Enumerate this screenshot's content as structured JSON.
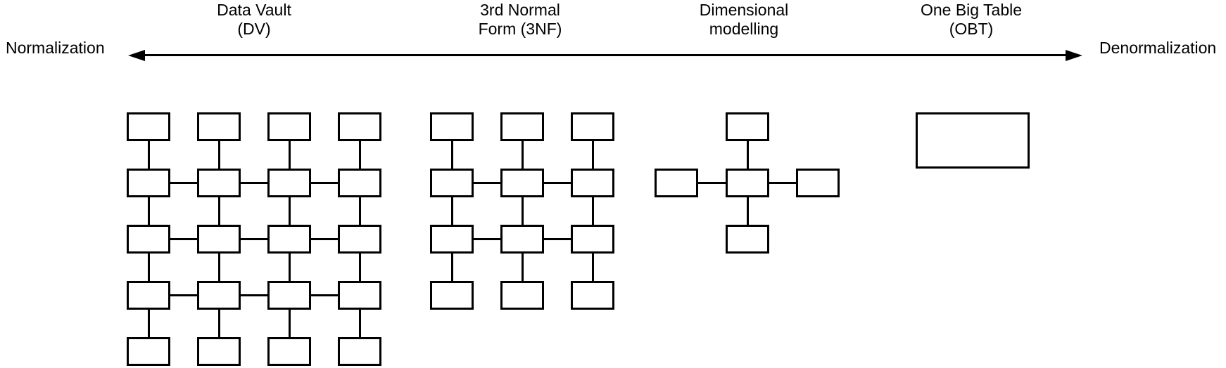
{
  "axis": {
    "left_label": "Normalization",
    "right_label": "Denormalization"
  },
  "approaches": [
    {
      "id": "data-vault",
      "label_lines": [
        "Data Vault",
        "(DV)"
      ],
      "schema": {
        "type": "grid",
        "rows": 5,
        "cols": 4,
        "h_link_rows": [
          2,
          3,
          4
        ]
      }
    },
    {
      "id": "third-normal-form",
      "label_lines": [
        "3rd Normal",
        "Form (3NF)"
      ],
      "schema": {
        "type": "grid",
        "rows": 4,
        "cols": 3,
        "h_link_rows": [
          2,
          3
        ]
      }
    },
    {
      "id": "dimensional-modelling",
      "label_lines": [
        "Dimensional",
        "modelling"
      ],
      "schema": {
        "type": "star",
        "satellites": 4
      }
    },
    {
      "id": "one-big-table",
      "label_lines": [
        "One Big Table",
        "(OBT)"
      ],
      "schema": {
        "type": "single",
        "tables": 1
      }
    }
  ],
  "colors": {
    "stroke": "#000000",
    "background": "#ffffff",
    "box_fill": "#ffffff"
  }
}
